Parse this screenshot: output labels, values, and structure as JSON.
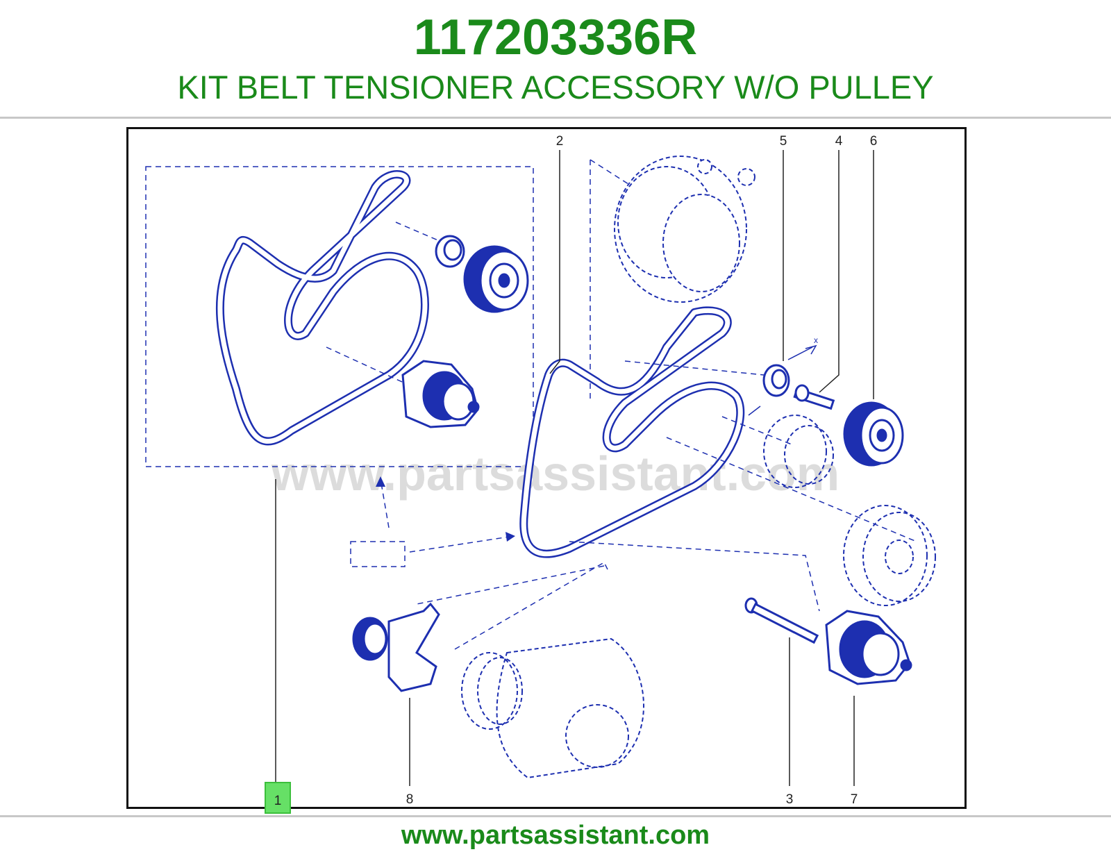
{
  "header": {
    "part_number": "117203336R",
    "description": "KIT BELT TENSIONER ACCESSORY W/O PULLEY"
  },
  "diagram": {
    "callouts": [
      "1",
      "2",
      "3",
      "4",
      "5",
      "6",
      "7",
      "8"
    ],
    "selected_callout": "1",
    "dimension_label": "x",
    "watermark": "www.partsassistant.com"
  },
  "footer": {
    "url": "www.partsassistant.com"
  },
  "colors": {
    "accent_green": "#1a8a1a",
    "diagram_blue": "#1d2fb0",
    "highlight_green": "#66e066",
    "watermark_gray": "#d6d6d6"
  }
}
